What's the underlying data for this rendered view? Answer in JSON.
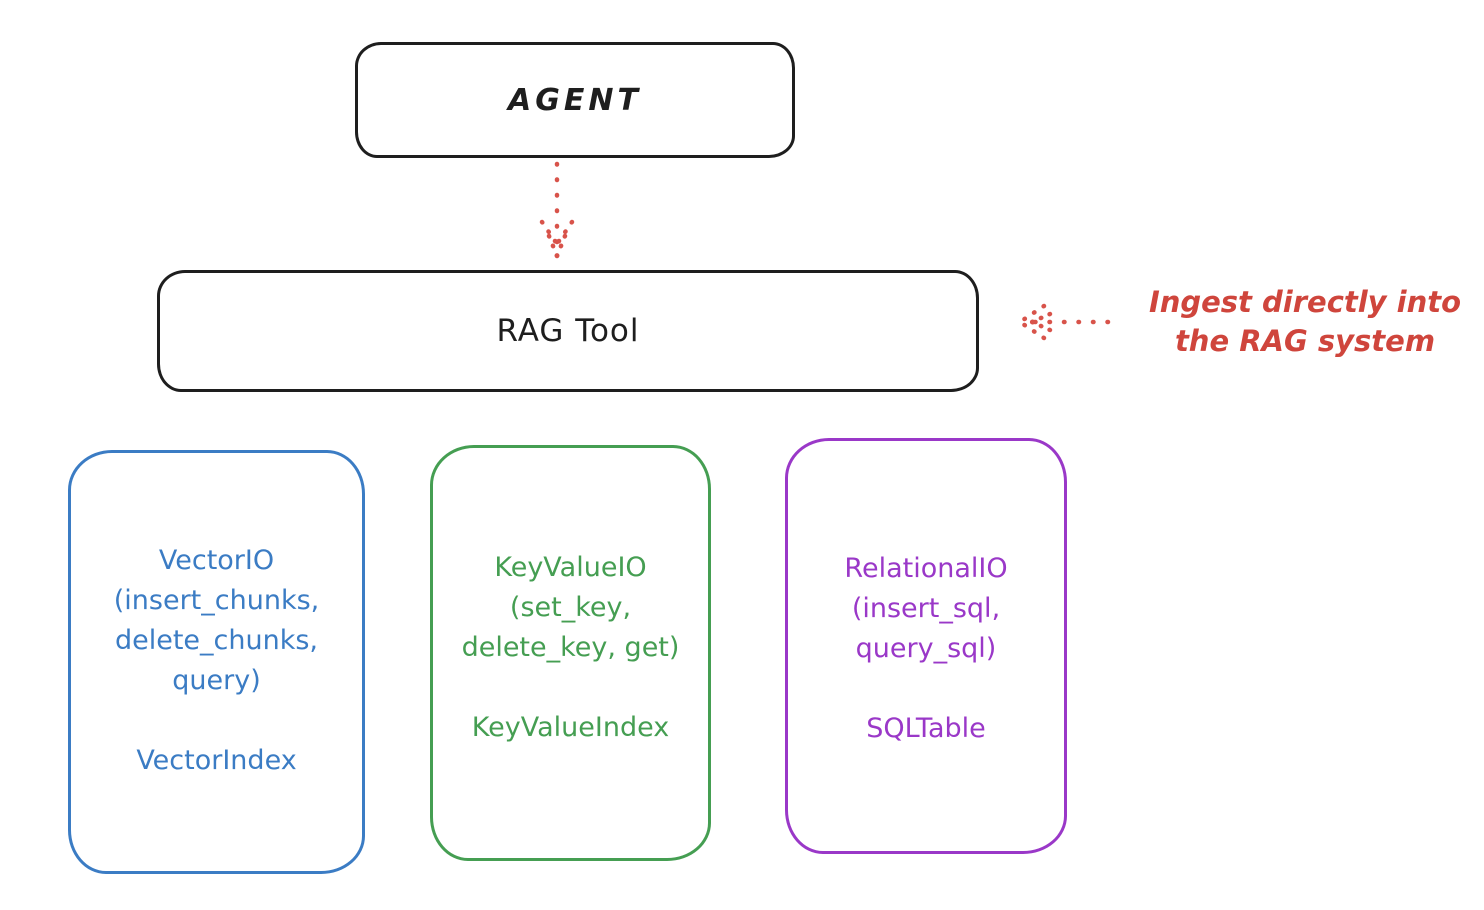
{
  "nodes": {
    "agent": {
      "label": "AGENT"
    },
    "rag_tool": {
      "label": "RAG Tool"
    },
    "vector_io": {
      "lines": [
        "VectorIO",
        "(insert_chunks,",
        "delete_chunks,",
        "query)"
      ],
      "index": "VectorIndex",
      "color": "#3b7cc4"
    },
    "key_value_io": {
      "lines": [
        "KeyValueIO",
        "(set_key,",
        "delete_key, get)"
      ],
      "index": "KeyValueIndex",
      "color": "#459e52"
    },
    "relational_io": {
      "lines": [
        "RelationalIO",
        "(insert_sql,",
        "query_sql)"
      ],
      "index": "SQLTable",
      "color": "#9a38c8"
    }
  },
  "annotation": {
    "lines": [
      "Ingest directly into",
      "the RAG system"
    ],
    "color": "#cf453c"
  },
  "colors": {
    "stroke": "#1e1e1e",
    "red": "#cf453c",
    "blue": "#3b7cc4",
    "green": "#459e52",
    "purple": "#9a38c8",
    "background": "#ffffff"
  }
}
